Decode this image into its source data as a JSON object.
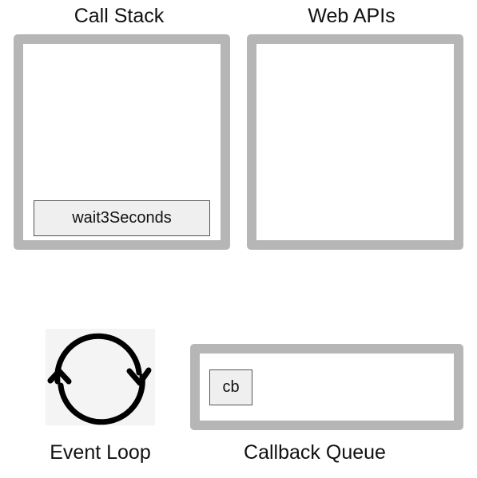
{
  "call_stack": {
    "title": "Call Stack",
    "frames": [
      "wait3Seconds"
    ]
  },
  "web_apis": {
    "title": "Web APIs"
  },
  "event_loop": {
    "title": "Event Loop",
    "icon": "circular-arrows-icon"
  },
  "callback_queue": {
    "title": "Callback Queue",
    "items": [
      "cb"
    ]
  },
  "colors": {
    "panel_border": "#b6b6b6",
    "frame_fill": "#efefef",
    "frame_border": "#555555",
    "icon": "#000000",
    "icon_background": "#f4f4f4"
  }
}
